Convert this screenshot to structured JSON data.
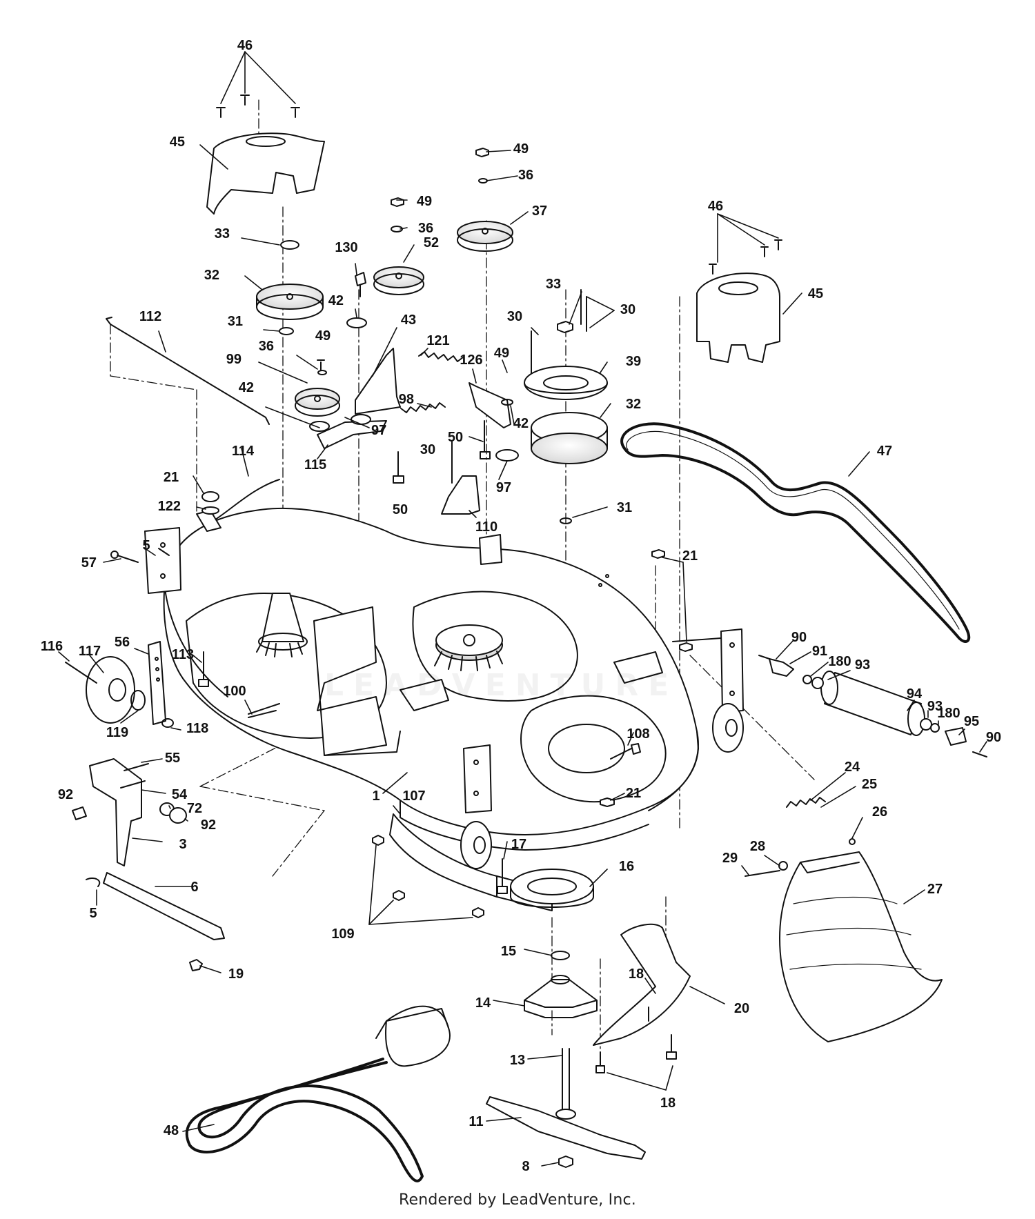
{
  "footer": {
    "credit": "Rendered by LeadVenture, Inc."
  },
  "watermark": {
    "text": "LEADVENTURE"
  },
  "callouts": [
    {
      "id": "c46a",
      "label": "46"
    },
    {
      "id": "c45a",
      "label": "45"
    },
    {
      "id": "c33a",
      "label": "33"
    },
    {
      "id": "c32a",
      "label": "32"
    },
    {
      "id": "c31a",
      "label": "31"
    },
    {
      "id": "c36a",
      "label": "36"
    },
    {
      "id": "c49a",
      "label": "49"
    },
    {
      "id": "c99",
      "label": "99"
    },
    {
      "id": "c42a",
      "label": "42"
    },
    {
      "id": "c112",
      "label": "112"
    },
    {
      "id": "c130",
      "label": "130"
    },
    {
      "id": "c42b",
      "label": "42"
    },
    {
      "id": "c49b",
      "label": "49"
    },
    {
      "id": "c36b",
      "label": "36"
    },
    {
      "id": "c52",
      "label": "52"
    },
    {
      "id": "c43",
      "label": "43"
    },
    {
      "id": "c121",
      "label": "121"
    },
    {
      "id": "c98",
      "label": "98"
    },
    {
      "id": "c97a",
      "label": "97"
    },
    {
      "id": "c115",
      "label": "115"
    },
    {
      "id": "c49c",
      "label": "49"
    },
    {
      "id": "c36c",
      "label": "36"
    },
    {
      "id": "c37",
      "label": "37"
    },
    {
      "id": "c126",
      "label": "126"
    },
    {
      "id": "c49d",
      "label": "49"
    },
    {
      "id": "c42c",
      "label": "42"
    },
    {
      "id": "c50a",
      "label": "50"
    },
    {
      "id": "c97b",
      "label": "97"
    },
    {
      "id": "c50b",
      "label": "50"
    },
    {
      "id": "c30a",
      "label": "30"
    },
    {
      "id": "c110",
      "label": "110"
    },
    {
      "id": "c30b",
      "label": "30"
    },
    {
      "id": "c33b",
      "label": "33"
    },
    {
      "id": "c30c",
      "label": "30"
    },
    {
      "id": "c39",
      "label": "39"
    },
    {
      "id": "c32b",
      "label": "32"
    },
    {
      "id": "c31b",
      "label": "31"
    },
    {
      "id": "c46b",
      "label": "46"
    },
    {
      "id": "c45b",
      "label": "45"
    },
    {
      "id": "c47",
      "label": "47"
    },
    {
      "id": "c114",
      "label": "114"
    },
    {
      "id": "c21a",
      "label": "21"
    },
    {
      "id": "c122",
      "label": "122"
    },
    {
      "id": "c5a",
      "label": "5"
    },
    {
      "id": "c57",
      "label": "57"
    },
    {
      "id": "c116",
      "label": "116"
    },
    {
      "id": "c117",
      "label": "117"
    },
    {
      "id": "c56",
      "label": "56"
    },
    {
      "id": "c113",
      "label": "113"
    },
    {
      "id": "c100",
      "label": "100"
    },
    {
      "id": "c119",
      "label": "119"
    },
    {
      "id": "c118",
      "label": "118"
    },
    {
      "id": "c21b",
      "label": "21"
    },
    {
      "id": "c90a",
      "label": "90"
    },
    {
      "id": "c91",
      "label": "91"
    },
    {
      "id": "c180a",
      "label": "180"
    },
    {
      "id": "c93a",
      "label": "93"
    },
    {
      "id": "c94",
      "label": "94"
    },
    {
      "id": "c93b",
      "label": "93"
    },
    {
      "id": "c180b",
      "label": "180"
    },
    {
      "id": "c95",
      "label": "95"
    },
    {
      "id": "c90b",
      "label": "90"
    },
    {
      "id": "c108",
      "label": "108"
    },
    {
      "id": "c21c",
      "label": "21"
    },
    {
      "id": "c24",
      "label": "24"
    },
    {
      "id": "c25",
      "label": "25"
    },
    {
      "id": "c55",
      "label": "55"
    },
    {
      "id": "c54",
      "label": "54"
    },
    {
      "id": "c92a",
      "label": "92"
    },
    {
      "id": "c72",
      "label": "72"
    },
    {
      "id": "c92b",
      "label": "92"
    },
    {
      "id": "c3",
      "label": "3"
    },
    {
      "id": "c1",
      "label": "1"
    },
    {
      "id": "c107",
      "label": "107"
    },
    {
      "id": "c17",
      "label": "17"
    },
    {
      "id": "c16",
      "label": "16"
    },
    {
      "id": "c6",
      "label": "6"
    },
    {
      "id": "c5b",
      "label": "5"
    },
    {
      "id": "c109",
      "label": "109"
    },
    {
      "id": "c15",
      "label": "15"
    },
    {
      "id": "c26",
      "label": "26"
    },
    {
      "id": "c28",
      "label": "28"
    },
    {
      "id": "c29",
      "label": "29"
    },
    {
      "id": "c27",
      "label": "27"
    },
    {
      "id": "c19",
      "label": "19"
    },
    {
      "id": "c18a",
      "label": "18"
    },
    {
      "id": "c14",
      "label": "14"
    },
    {
      "id": "c20",
      "label": "20"
    },
    {
      "id": "c13",
      "label": "13"
    },
    {
      "id": "c18b",
      "label": "18"
    },
    {
      "id": "c48",
      "label": "48"
    },
    {
      "id": "c11",
      "label": "11"
    },
    {
      "id": "c8",
      "label": "8"
    }
  ]
}
